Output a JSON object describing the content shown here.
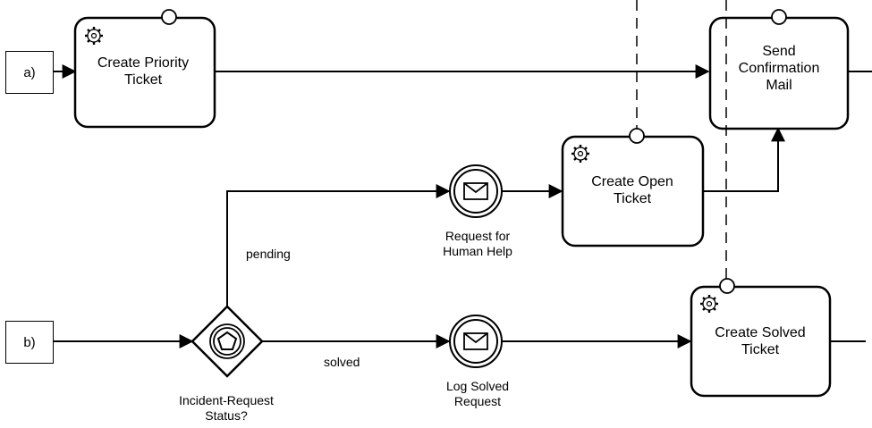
{
  "rows": [
    {
      "id": "a",
      "label": "a)"
    },
    {
      "id": "b",
      "label": "b)"
    }
  ],
  "tasks": [
    {
      "id": "create-priority-ticket",
      "label": "Create Priority\nTicket"
    },
    {
      "id": "send-confirmation-mail",
      "label": "Send\nConfirmation\nMail"
    },
    {
      "id": "create-open-ticket",
      "label": "Create Open\nTicket"
    },
    {
      "id": "create-solved-ticket",
      "label": "Create Solved\nTicket"
    }
  ],
  "events": [
    {
      "id": "request-for-human-help",
      "label": "Request for\nHuman Help"
    },
    {
      "id": "log-solved-request",
      "label": "Log Solved\nRequest"
    }
  ],
  "gateway": {
    "label": "Incident-Request\nStatus?"
  },
  "flows": {
    "pending": "pending",
    "solved": "solved"
  },
  "colors": {
    "stroke": "#000000",
    "fill": "#ffffff",
    "background": "#ffffff"
  }
}
